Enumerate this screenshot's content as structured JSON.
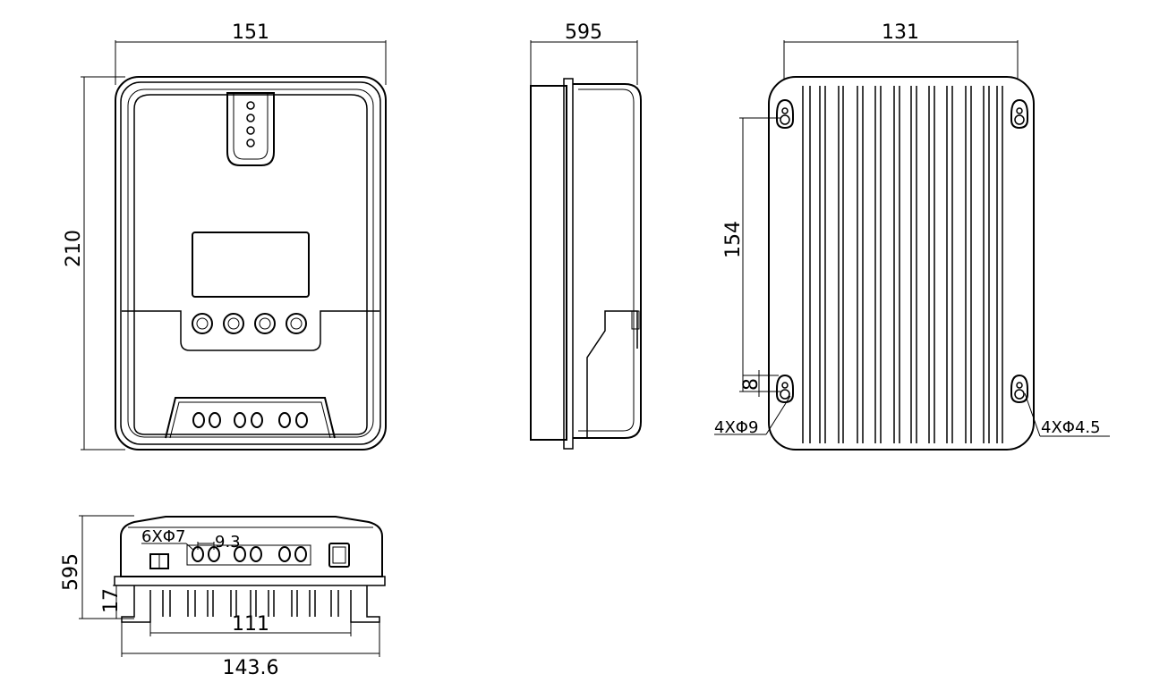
{
  "front_view": {
    "width_label": "151",
    "height_label": "210"
  },
  "side_view": {
    "depth_label": "595"
  },
  "back_view": {
    "width_label": "131",
    "hole_spacing_label": "154",
    "slot_label": "8",
    "large_hole_label": "4XΦ9",
    "small_hole_label": "4XΦ4.5"
  },
  "bottom_view": {
    "terminal_label": "6XΦ7",
    "terminal_pitch_label": "9.3",
    "height_label": "595",
    "foot_height_label": "17",
    "inner_width_label": "111",
    "overall_width_label": "143.6"
  }
}
